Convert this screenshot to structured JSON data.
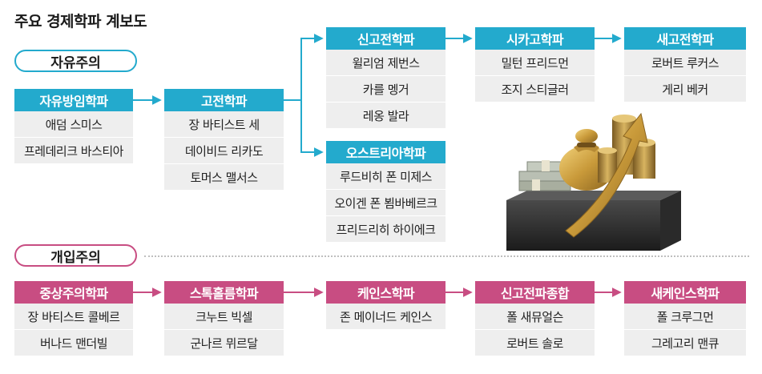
{
  "title": "주요 경제학파 계보도",
  "categories": {
    "liberal": "자유주의",
    "interventionist": "개입주의"
  },
  "liberal_schools": {
    "laissez_faire": {
      "name": "자유방임학파",
      "people": [
        "애덤 스미스",
        "프레데리크 바스티아"
      ]
    },
    "classical": {
      "name": "고전학파",
      "people": [
        "장 바티스트 세",
        "데이비드 리카도",
        "토머스 맬서스"
      ]
    },
    "neoclassical": {
      "name": "신고전학파",
      "people": [
        "윌리엄 제번스",
        "카를 멩거",
        "레옹 발라"
      ]
    },
    "austrian": {
      "name": "오스트리아학파",
      "people": [
        "루드비히 폰 미제스",
        "오이겐 폰 뵘바베르크",
        "프리드리히 하이에크"
      ]
    },
    "chicago": {
      "name": "시카고학파",
      "people": [
        "밀턴 프리드먼",
        "조지 스티글러"
      ]
    },
    "new_classical": {
      "name": "새고전학파",
      "people": [
        "로버트 루커스",
        "게리 베커"
      ]
    }
  },
  "interventionist_schools": {
    "mercantilist": {
      "name": "중상주의학파",
      "people": [
        "장 바티스트 콜베르",
        "버나드 맨더빌"
      ]
    },
    "stockholm": {
      "name": "스톡홀름학파",
      "people": [
        "크누트 빅셀",
        "군나르 뮈르달"
      ]
    },
    "keynesian": {
      "name": "케인스학파",
      "people": [
        "존 메이너드 케인스"
      ]
    },
    "neoclassical_synthesis": {
      "name": "신고전파종합",
      "people": [
        "폴 새뮤얼슨",
        "로버트 솔로"
      ]
    },
    "new_keynesian": {
      "name": "새케인스학파",
      "people": [
        "폴 크루그먼",
        "그레고리 맨큐"
      ]
    }
  },
  "colors": {
    "liberal": "#23aacd",
    "interventionist": "#c84d82",
    "cell_bg": "#eeeeee"
  }
}
